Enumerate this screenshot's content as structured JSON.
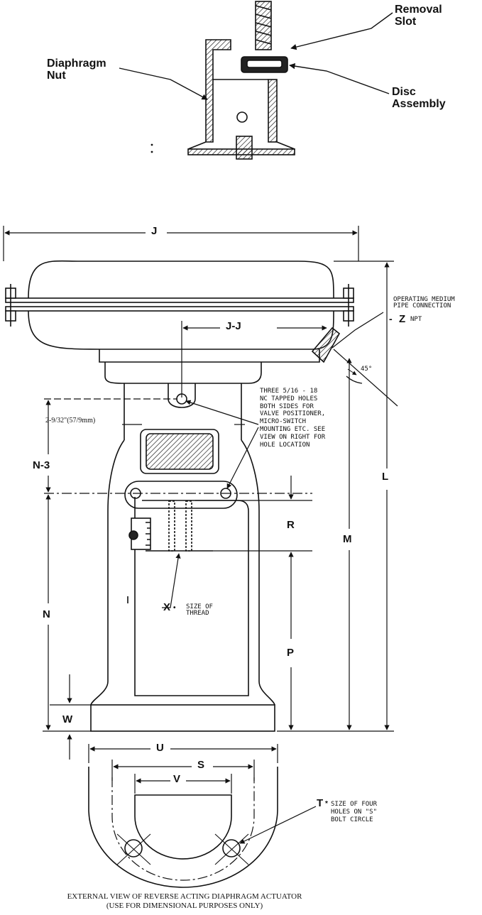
{
  "top_view": {
    "removal_slot": "Removal\nSlot",
    "diaphragm_nut": "Diaphragm\nNut",
    "disc_assembly": "Disc\nAssembly"
  },
  "main_view": {
    "dim_j": "J",
    "dim_jj": "J-J",
    "dim_z": "Z",
    "npt": "NPT",
    "operating_medium": "OPERATING MEDIUM\nPIPE CONNECTION",
    "angle_45": "45°",
    "dim_2_9_32": "2-9/32\"(57/9mm)",
    "dim_n3": "N-3",
    "tapped_holes_note": "THREE 5/16 - 18\nNC TAPPED HOLES\nBOTH SIDES FOR\nVALVE POSITIONER,\nMICRO-SWITCH\nMOUNTING ETC. SEE\nVIEW ON RIGHT FOR\nHOLE LOCATION",
    "dim_l": "L",
    "dim_m": "M",
    "dim_r": "R",
    "dim_n": "N",
    "dim_x": "X",
    "x_note": "SIZE OF\nTHREAD",
    "dim_p": "P",
    "dim_w": "W"
  },
  "bottom_view": {
    "dim_u": "U",
    "dim_s": "S",
    "dim_v": "V",
    "dim_t": "T",
    "t_note": "SIZE OF FOUR\nHOLES ON \"S\"\nBOLT CIRCLE"
  },
  "caption": {
    "line1": "EXTERNAL VIEW OF REVERSE ACTING DIAPHRAGM ACTUATOR",
    "line2": "(USE FOR DIMENSIONAL PURPOSES ONLY)"
  }
}
